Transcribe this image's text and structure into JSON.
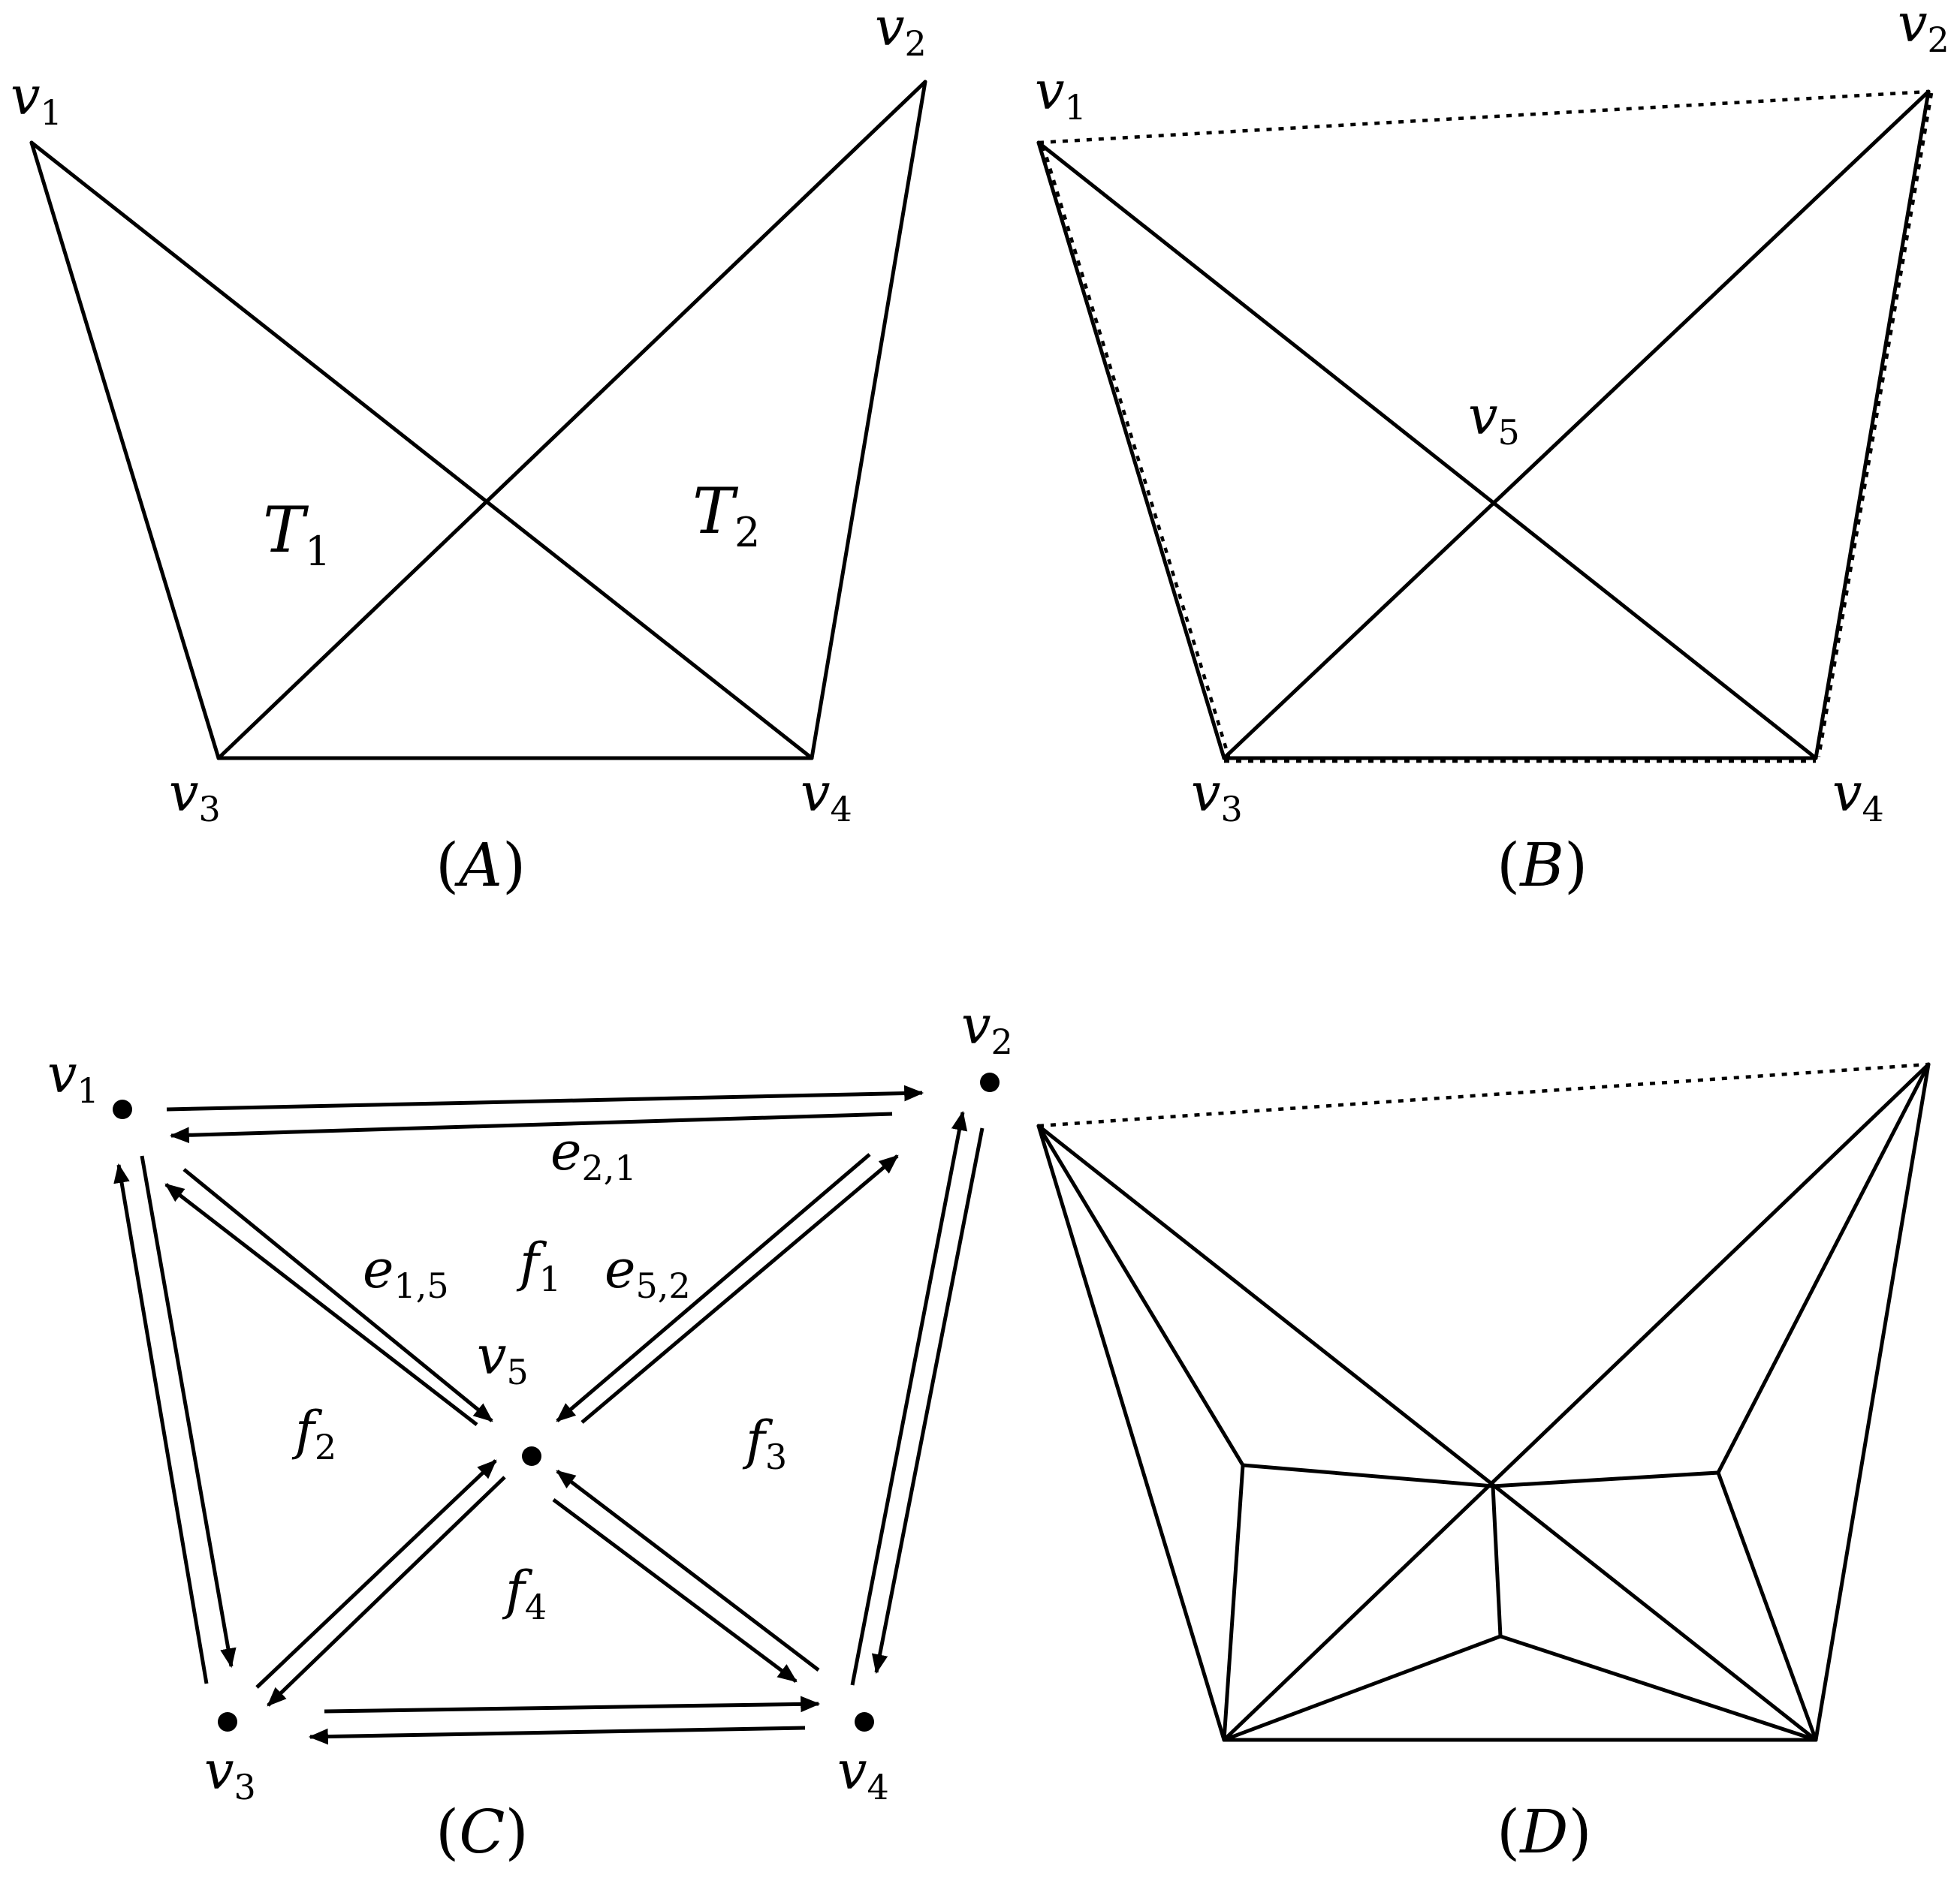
{
  "panels": {
    "A": {
      "caption": "A",
      "vertices": {
        "v1": {
          "base": "v",
          "sub": "1"
        },
        "v2": {
          "base": "v",
          "sub": "2"
        },
        "v3": {
          "base": "v",
          "sub": "3"
        },
        "v4": {
          "base": "v",
          "sub": "4"
        }
      },
      "triangles": {
        "T1": {
          "base": "T",
          "sub": "1"
        },
        "T2": {
          "base": "T",
          "sub": "2"
        }
      }
    },
    "B": {
      "caption": "B",
      "vertices": {
        "v1": {
          "base": "v",
          "sub": "1"
        },
        "v2": {
          "base": "v",
          "sub": "2"
        },
        "v3": {
          "base": "v",
          "sub": "3"
        },
        "v4": {
          "base": "v",
          "sub": "4"
        },
        "v5": {
          "base": "v",
          "sub": "5"
        }
      }
    },
    "C": {
      "caption": "C",
      "vertices": {
        "v1": {
          "base": "v",
          "sub": "1"
        },
        "v2": {
          "base": "v",
          "sub": "2"
        },
        "v3": {
          "base": "v",
          "sub": "3"
        },
        "v4": {
          "base": "v",
          "sub": "4"
        },
        "v5": {
          "base": "v",
          "sub": "5"
        }
      },
      "edges": {
        "e21": {
          "base": "e",
          "sub": "2,1"
        },
        "e15": {
          "base": "e",
          "sub": "1,5"
        },
        "e52": {
          "base": "e",
          "sub": "5,2"
        }
      },
      "faces": {
        "f1": {
          "base": "f",
          "sub": "1"
        },
        "f2": {
          "base": "f",
          "sub": "2"
        },
        "f3": {
          "base": "f",
          "sub": "3"
        },
        "f4": {
          "base": "f",
          "sub": "4"
        }
      }
    },
    "D": {
      "caption": "D"
    }
  }
}
